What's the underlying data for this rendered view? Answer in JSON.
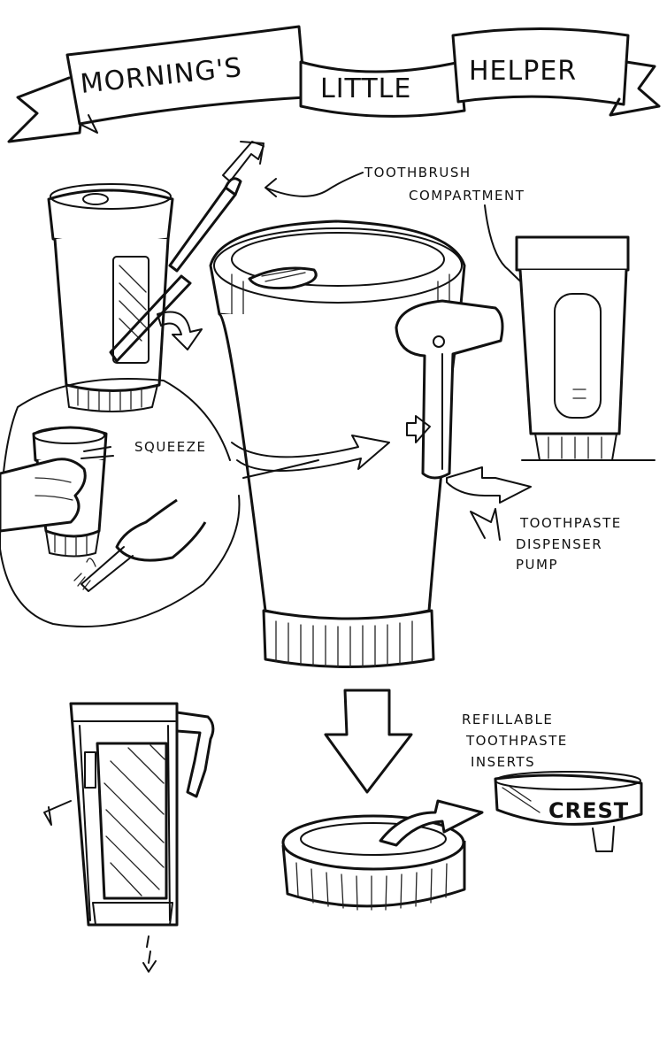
{
  "title": {
    "word1": "MORNING'S",
    "word2": "LITTLE",
    "word3": "HELPER"
  },
  "labels": {
    "toothbrush_line1": "TOOTHBRUSH",
    "toothbrush_line2": "COMPARTMENT",
    "squeeze": "SQUEEZE",
    "pump_line1": "TOOTHPASTE",
    "pump_line2": "DISPENSER",
    "pump_line3": "PUMP",
    "refill_line1": "REFILLABLE",
    "refill_line2": "TOOTHPASTE",
    "refill_line3": "INSERTS",
    "cartridge_brand": "CREST"
  }
}
